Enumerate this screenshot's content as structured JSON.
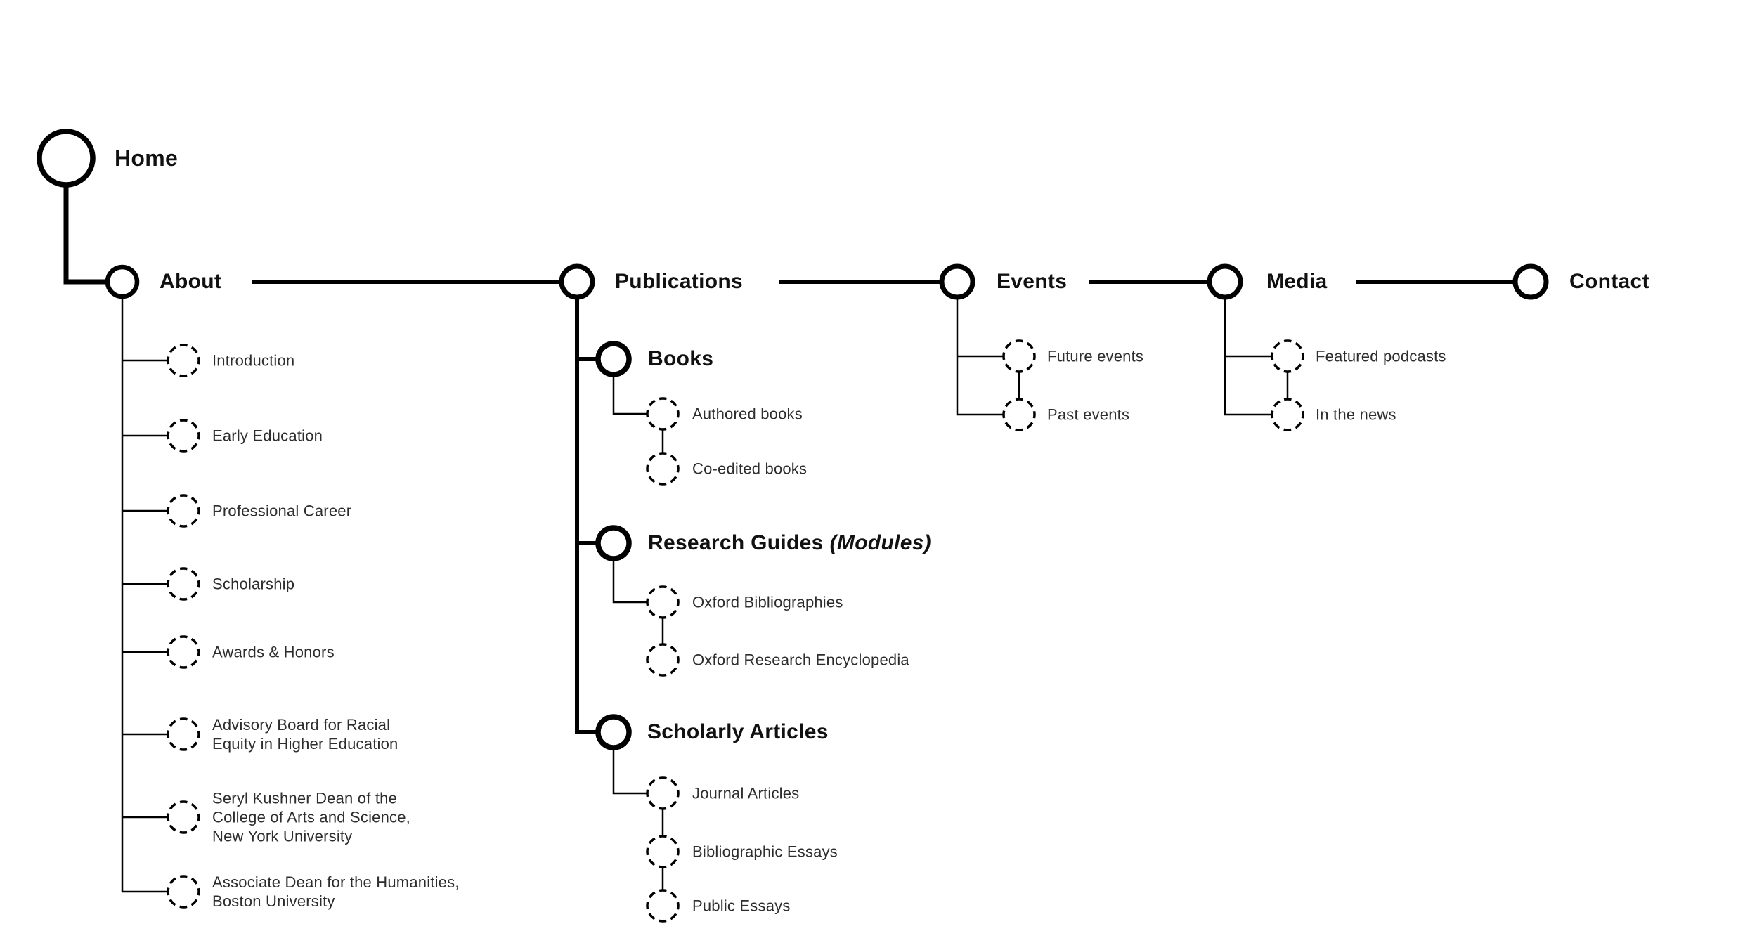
{
  "diagram": {
    "home": {
      "label": "Home"
    },
    "sections": [
      {
        "label": "About",
        "children": [
          {
            "label": "Introduction"
          },
          {
            "label": "Early Education"
          },
          {
            "label": "Professional Career"
          },
          {
            "label": "Scholarship"
          },
          {
            "label": "Awards & Honors"
          },
          {
            "label": "Advisory Board for Racial\nEquity in Higher Education"
          },
          {
            "label": "Seryl Kushner Dean of the\nCollege of Arts and Science,\nNew York University"
          },
          {
            "label": "Associate Dean for the Humanities,\nBoston University"
          }
        ]
      },
      {
        "label": "Publications",
        "groups": [
          {
            "label": "Books",
            "children": [
              {
                "label": "Authored books"
              },
              {
                "label": "Co-edited books"
              }
            ]
          },
          {
            "label": "Research Guides",
            "label_suffix": "(Modules)",
            "children": [
              {
                "label": "Oxford Bibliographies"
              },
              {
                "label": "Oxford Research Encyclopedia"
              }
            ]
          },
          {
            "label": "Scholarly Articles",
            "children": [
              {
                "label": "Journal Articles"
              },
              {
                "label": "Bibliographic Essays"
              },
              {
                "label": "Public Essays"
              }
            ]
          }
        ]
      },
      {
        "label": "Events",
        "children": [
          {
            "label": "Future events"
          },
          {
            "label": "Past events"
          }
        ]
      },
      {
        "label": "Media",
        "children": [
          {
            "label": "Featured podcasts"
          },
          {
            "label": "In the news"
          }
        ]
      },
      {
        "label": "Contact",
        "children": []
      }
    ],
    "colors": {
      "line": "#000000",
      "text_bold": "#111111",
      "text_regular": "#2d2d2d",
      "background": "#ffffff"
    }
  }
}
